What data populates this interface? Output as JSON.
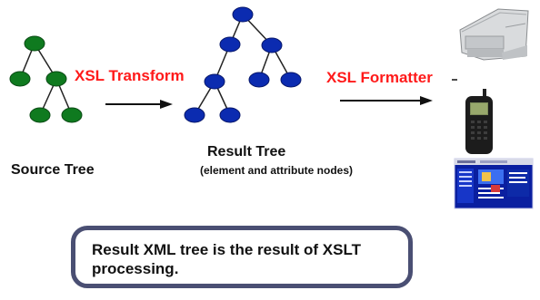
{
  "labels": {
    "xsl_transform": "XSL Transform",
    "xsl_formatter": "XSL Formatter",
    "source_tree": "Source Tree",
    "result_tree": "Result Tree",
    "result_tree_sub": "(element and attribute nodes)"
  },
  "callout": {
    "text": "Result XML tree is the result of XSLT processing."
  },
  "colors": {
    "source_node": "#0f7a1f",
    "result_node": "#0b2bb0",
    "accent_red": "#ff1a1a",
    "callout_border": "#4a4f73"
  },
  "devices": [
    "printer-icon",
    "mobile-phone-icon",
    "web-page-icon"
  ]
}
